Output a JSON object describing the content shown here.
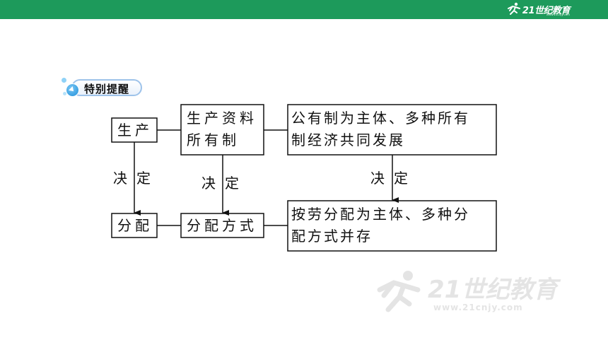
{
  "brand": {
    "name": "21世纪教育",
    "url": "www.21cnjy.com"
  },
  "section_title": "特别提醒",
  "diagram": {
    "nodes": {
      "production": "生产",
      "ownership_line1": "生产资料",
      "ownership_line2": "所有制",
      "ownership_system_line1": "公有制为主体、多种所有",
      "ownership_system_line2": "制经济共同发展",
      "distribution": "分配",
      "distribution_mode": "分配方式",
      "distribution_system_line1": "按劳分配为主体、多种分",
      "distribution_system_line2": "配方式并存"
    },
    "edges": {
      "production_to_distribution": "决定",
      "ownership_to_mode": "决定",
      "system_to_system": "决定"
    }
  },
  "colors": {
    "topbar": "#1d9a5b",
    "box_border": "#111111",
    "badge_border": "#9ec3ea"
  }
}
